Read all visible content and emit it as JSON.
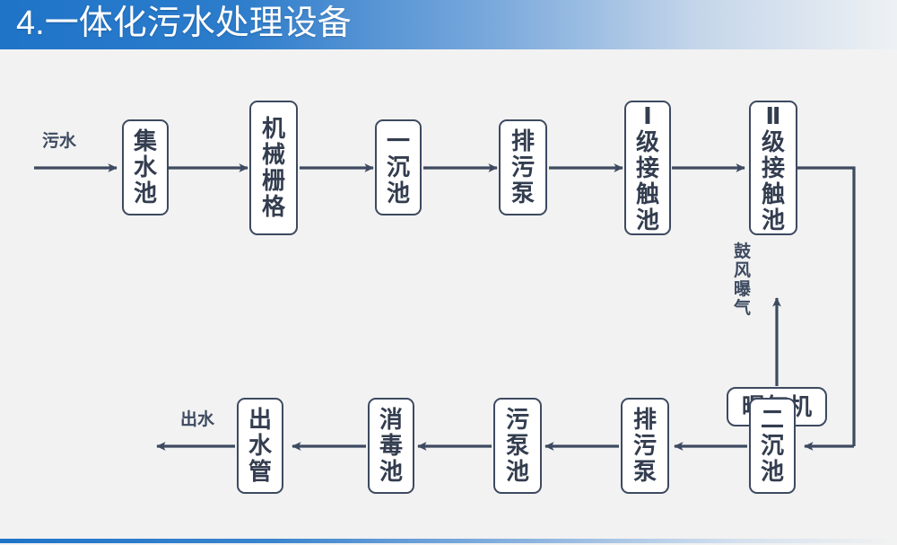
{
  "header": {
    "title": "4.一体化污水处理设备",
    "bar_color_left": "#1f74c8",
    "bar_color_right": "#eef1f4"
  },
  "footer": {
    "bar_color_left": "#1f74c8",
    "bar_color_right": "#f2f2f2"
  },
  "diagram": {
    "type": "flowchart",
    "page_background": "#f2f2f2",
    "node_border_color": "#3d4a60",
    "node_fill_color": "#ffffff",
    "text_color": "#333d4f",
    "inlet_label": "污水",
    "outlet_label": "出水",
    "aeration_label": "鼓\n风\n曝\n气",
    "nodes": [
      {
        "id": "n1",
        "label": "集\n水\n池",
        "plain": "集水池"
      },
      {
        "id": "n2",
        "label": "机\n械\n栅\n格",
        "plain": "机械栅格"
      },
      {
        "id": "n3",
        "label": "一\n沉\n池",
        "plain": "一沉池"
      },
      {
        "id": "n4",
        "label": "排\n污\n泵",
        "plain": "排污泵"
      },
      {
        "id": "n5",
        "label": "Ⅰ\n级\n接\n触\n池",
        "plain": "Ⅰ级接触池"
      },
      {
        "id": "n6",
        "label": "Ⅱ\n级\n接\n触\n池",
        "plain": "Ⅱ级接触池"
      },
      {
        "id": "n7",
        "label": "曝气机",
        "plain": "曝气机"
      },
      {
        "id": "n8",
        "label": "二\n沉\n池",
        "plain": "二沉池"
      },
      {
        "id": "n9",
        "label": "排\n污\n泵",
        "plain": "排污泵"
      },
      {
        "id": "n10",
        "label": "污\n泵\n池",
        "plain": "污泵池"
      },
      {
        "id": "n11",
        "label": "消\n毒\n池",
        "plain": "消毒池"
      },
      {
        "id": "n12",
        "label": "出\n水\n管",
        "plain": "出水管"
      }
    ],
    "edges": [
      {
        "from": "inlet",
        "to": "n1"
      },
      {
        "from": "n1",
        "to": "n2"
      },
      {
        "from": "n2",
        "to": "n3"
      },
      {
        "from": "n3",
        "to": "n4"
      },
      {
        "from": "n4",
        "to": "n5"
      },
      {
        "from": "n5",
        "to": "n6"
      },
      {
        "from": "n6",
        "to": "n8",
        "label": ""
      },
      {
        "from": "n7",
        "to": "n6",
        "label": "鼓风曝气"
      },
      {
        "from": "n8",
        "to": "n9"
      },
      {
        "from": "n9",
        "to": "n10"
      },
      {
        "from": "n10",
        "to": "n11"
      },
      {
        "from": "n11",
        "to": "n12"
      },
      {
        "from": "n12",
        "to": "outlet",
        "label": "出水"
      }
    ]
  }
}
